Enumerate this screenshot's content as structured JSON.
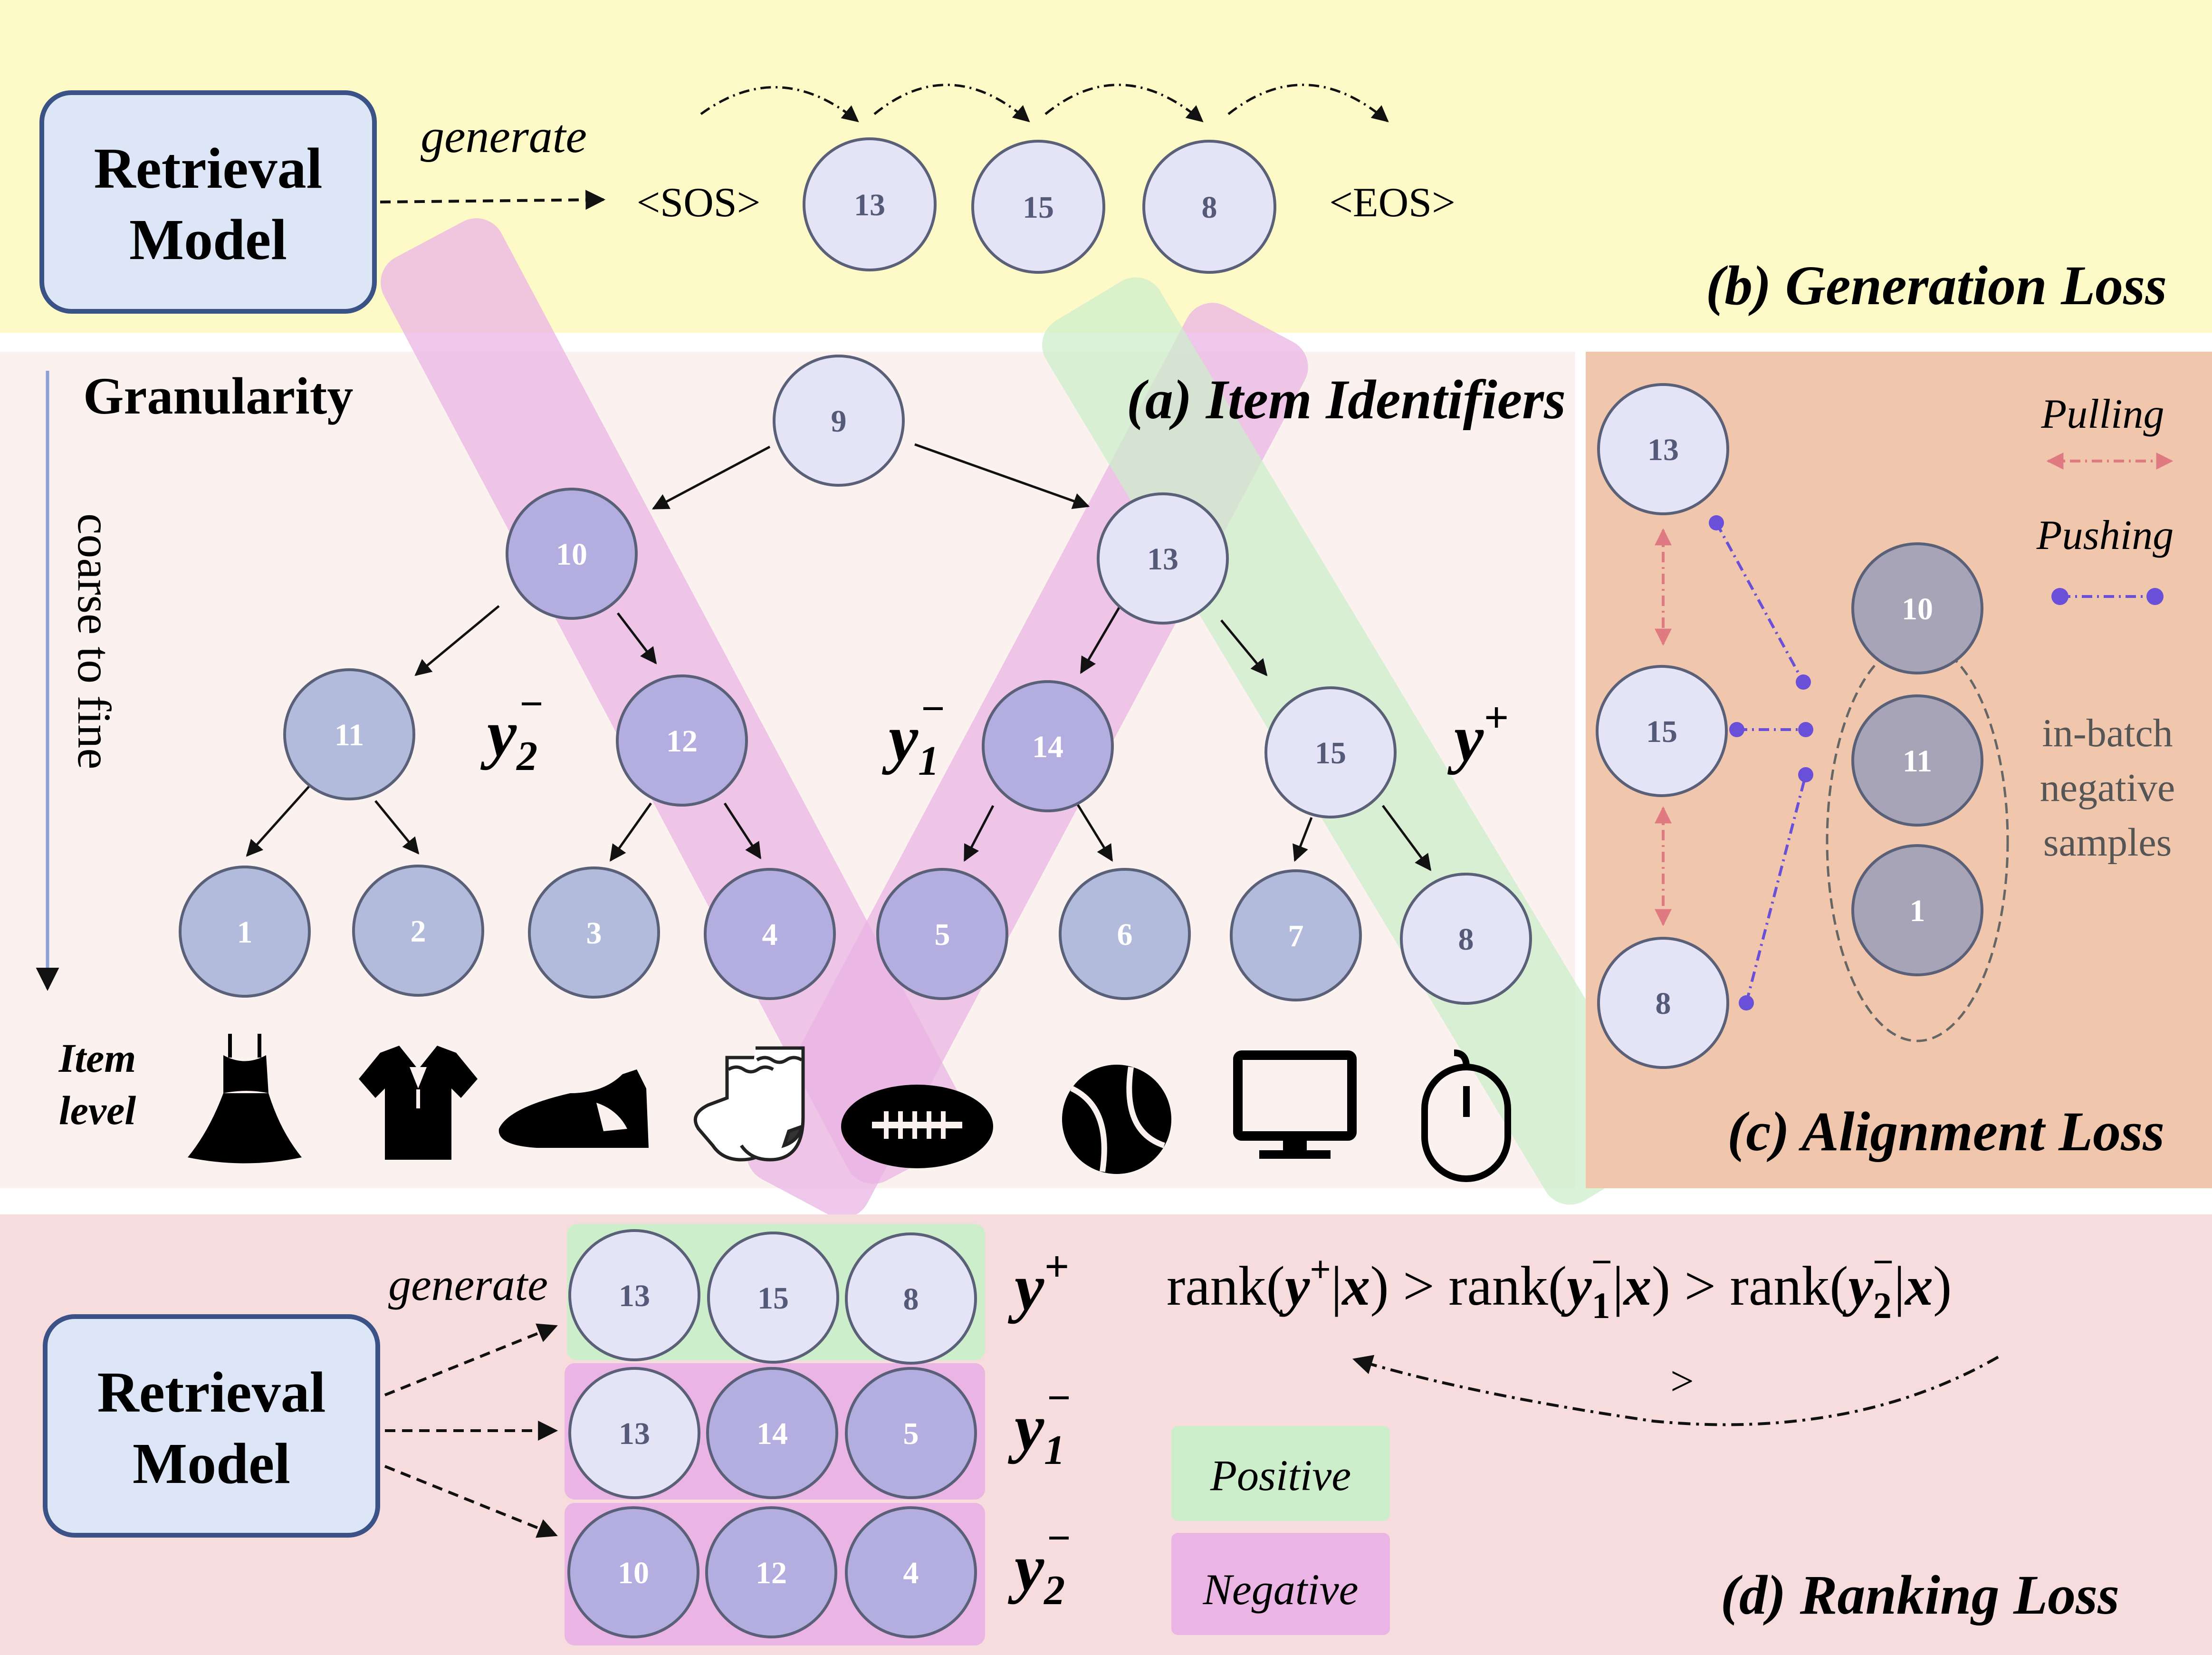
{
  "colors": {
    "panel_b_bg": "#fdfac8",
    "panel_a_bg": "#fbf1ef",
    "panel_c_bg": "#f0c6ac",
    "panel_d_bg": "#f6dcdc",
    "model_box_fill": "#dde6f6",
    "model_box_stroke": "#3a5285",
    "light_node": "#e4e4f6",
    "blue_node": "#b3bbdc",
    "purple_node": "#b4aee0",
    "gray_node": "#a8a4b8",
    "positive_fill": "#cdeecb",
    "negative_fill": "#eab4e4",
    "pulling_color": "#e07a82",
    "pushing_color": "#6a50d8"
  },
  "panel_b": {
    "title": "(b) Generation Loss",
    "model_line1": "Retrieval",
    "model_line2": "Model",
    "generate_label": "generate",
    "sos": "<SOS>",
    "eos": "<EOS>",
    "sequence": [
      "13",
      "15",
      "8"
    ]
  },
  "panel_a": {
    "title": "(a) Item Identifiers",
    "granularity": "Granularity",
    "coarse_to_fine": "coarse to fine",
    "item_level_line1": "Item",
    "item_level_line2": "level",
    "y2_minus": "y2−",
    "y1_minus": "y1−",
    "y_plus": "y+",
    "nodes": {
      "root": "9",
      "l1_left": "10",
      "l1_right": "13",
      "l2": [
        "11",
        "12",
        "14",
        "15"
      ],
      "leaves": [
        "1",
        "2",
        "3",
        "4",
        "5",
        "6",
        "7",
        "8"
      ]
    },
    "item_icons": [
      "dress-icon",
      "polo-shirt-icon",
      "shoe-icon",
      "socks-icon",
      "football-icon",
      "tennis-ball-icon",
      "monitor-icon",
      "mouse-icon"
    ]
  },
  "panel_c": {
    "title": "(c) Alignment Loss",
    "pulling": "Pulling",
    "pushing": "Pushing",
    "in_batch_line1": "in-batch",
    "in_batch_line2": "negative",
    "in_batch_line3": "samples",
    "left_nodes": [
      "13",
      "15",
      "8"
    ],
    "negative_nodes": [
      "10",
      "11",
      "1"
    ]
  },
  "panel_d": {
    "title": "(d) Ranking Loss",
    "model_line1": "Retrieval",
    "model_line2": "Model",
    "generate_label": "generate",
    "rows": [
      {
        "label": "y+",
        "ids": [
          "13",
          "15",
          "8"
        ]
      },
      {
        "label": "y1−",
        "ids": [
          "13",
          "14",
          "5"
        ]
      },
      {
        "label": "y2−",
        "ids": [
          "10",
          "12",
          "4"
        ]
      }
    ],
    "rank_expression": "rank(y+|x) > rank(y1−|x) > rank(y2−|x)",
    "gt_symbol": ">",
    "legend_positive": "Positive",
    "legend_negative": "Negative"
  }
}
